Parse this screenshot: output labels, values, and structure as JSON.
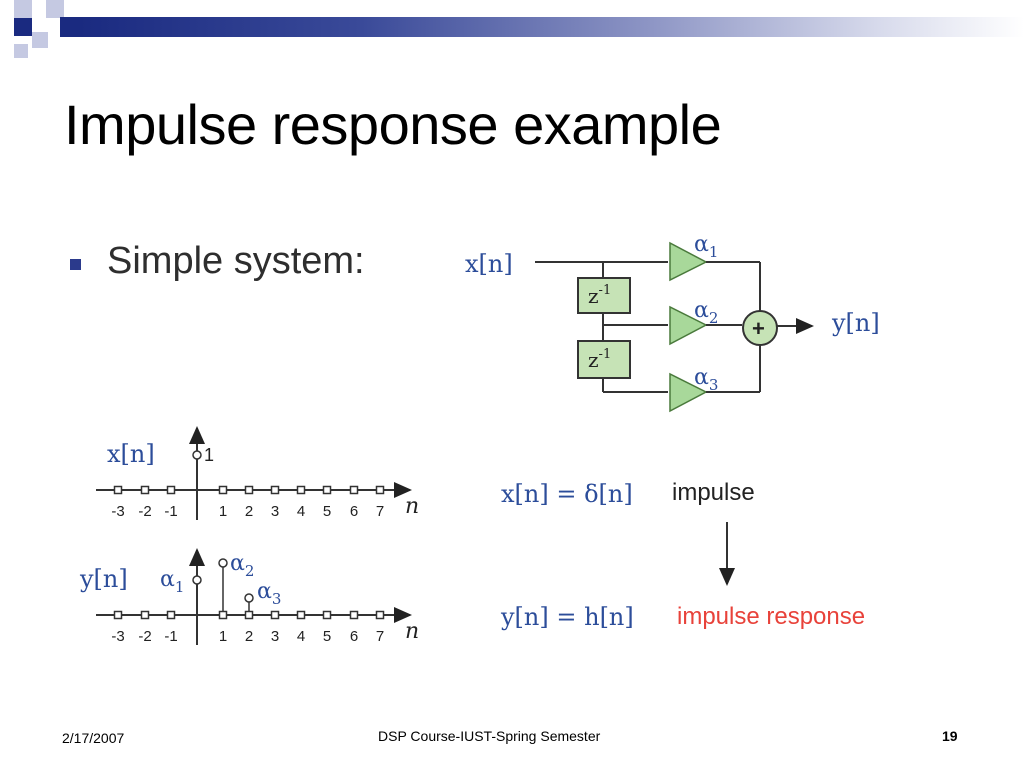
{
  "slide": {
    "title": "Impulse response example",
    "bullet": "Simple system:",
    "accent_color": "#1a2a80"
  },
  "block_diagram": {
    "input_label": "x[n]",
    "output_label": "y[n]",
    "delay_label": "z",
    "delay_exp": "-1",
    "gain_symbol": "α",
    "gains": [
      "1",
      "2",
      "3"
    ],
    "adder_symbol": "+"
  },
  "plots": {
    "top": {
      "label": "x[n]",
      "axis_var": "n",
      "impulse_label": "1",
      "ticks": [
        "-3",
        "-2",
        "-1",
        "1",
        "2",
        "3",
        "4",
        "5",
        "6",
        "7"
      ]
    },
    "bottom": {
      "label": "y[n]",
      "axis_var": "n",
      "alpha": "α",
      "ticks": [
        "-3",
        "-2",
        "-1",
        "1",
        "2",
        "3",
        "4",
        "5",
        "6",
        "7"
      ]
    }
  },
  "equations": {
    "eq1": "x[n] = δ[n]",
    "eq1_word": "impulse",
    "eq2": "y[n] = h[n]",
    "eq2_word": "impulse response",
    "eq2_word_color": "#e8423a"
  },
  "footer": {
    "date": "2/17/2007",
    "course": "DSP Course-IUST-Spring Semester",
    "page": "19"
  }
}
